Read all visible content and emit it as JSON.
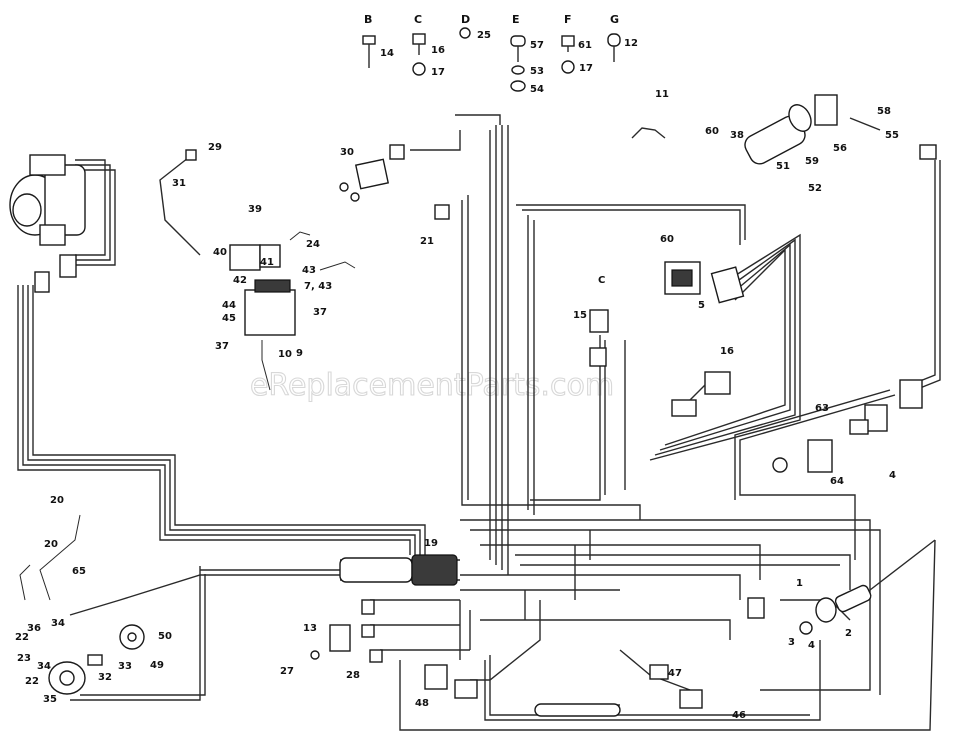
{
  "watermark": "eReplacementParts.com",
  "fastener_headers": [
    "B",
    "C",
    "D",
    "E",
    "F",
    "G"
  ],
  "fastener_numbers": [
    "14",
    "16",
    "17",
    "25",
    "57",
    "53",
    "54",
    "61",
    "17",
    "12"
  ],
  "part_numbers": [
    "11",
    "29",
    "30",
    "31",
    "21",
    "56",
    "38",
    "58",
    "59",
    "55",
    "60",
    "51",
    "52",
    "39",
    "24",
    "40",
    "41",
    "42",
    "43",
    "7, 43",
    "44",
    "45",
    "37",
    "37",
    "10",
    "9",
    "60",
    "5",
    "C",
    "15",
    "16",
    "63",
    "64",
    "4",
    "20",
    "20",
    "65",
    "36",
    "34",
    "22",
    "23",
    "34",
    "22",
    "35",
    "33",
    "32",
    "49",
    "50",
    "13",
    "27",
    "28",
    "1",
    "2",
    "3",
    "4",
    "47",
    "48",
    "46",
    "19"
  ],
  "colors": {
    "ink": "#1a1a1a",
    "watermark": "#d8d8d8",
    "background": "#ffffff"
  }
}
